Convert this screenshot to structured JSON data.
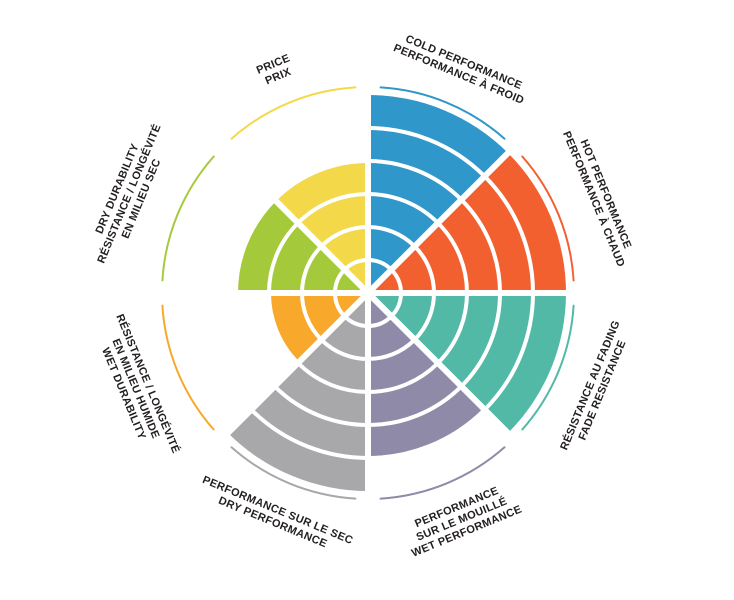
{
  "page": {
    "background": "#ffffff",
    "label_color": "#231f20"
  },
  "chart_data": {
    "type": "polar-sector-wheel",
    "title": "",
    "direction": "clockwise-from-top",
    "sector_span_degrees": 45,
    "scale": {
      "min": 0,
      "max": 6,
      "ring_interval": 1
    },
    "legend_position": "radial-labels",
    "grid": "white-concentric-rings",
    "sectors": [
      {
        "id": "cold-performance",
        "label_lines": [
          "COLD PERFORMANCE",
          "PERFORMANCE À FROID"
        ],
        "value": 6,
        "color": "#2f97c9"
      },
      {
        "id": "hot-performance",
        "label_lines": [
          "HOT PERFORMANCE",
          "PERFORMANCE À CHAUD"
        ],
        "value": 6,
        "color": "#f2602f"
      },
      {
        "id": "fade-resistance",
        "label_lines": [
          "RÉSISTANCE AU FADING",
          "FADE RESISTANCE"
        ],
        "value": 6,
        "color": "#52b9a6"
      },
      {
        "id": "wet-performance",
        "label_lines": [
          "PERFORMANCE",
          "SUR LE MOUILLÉ",
          "WET PERFORMANCE"
        ],
        "value": 5,
        "color": "#8e8aa8"
      },
      {
        "id": "dry-performance",
        "label_lines": [
          "PERFORMANCE SUR LE SEC",
          "DRY PERFORMANCE"
        ],
        "value": 6,
        "color": "#a8a7a9"
      },
      {
        "id": "wet-durability",
        "label_lines": [
          "RÉSISTANCE / LONGÉVITÉ",
          "EN MILIEU HUMIDE",
          "WET DURABILITY"
        ],
        "value": 3,
        "color": "#f8a82b"
      },
      {
        "id": "dry-durability",
        "label_lines": [
          "DRY DURABILITY",
          "RÉSISTANCE / LONGÉVITÉ",
          "EN MILIEU SEC"
        ],
        "value": 4,
        "color": "#a4ca3c"
      },
      {
        "id": "price",
        "label_lines": [
          "PRICE",
          "PRIX"
        ],
        "value": 4,
        "color": "#f3d94a"
      }
    ]
  }
}
